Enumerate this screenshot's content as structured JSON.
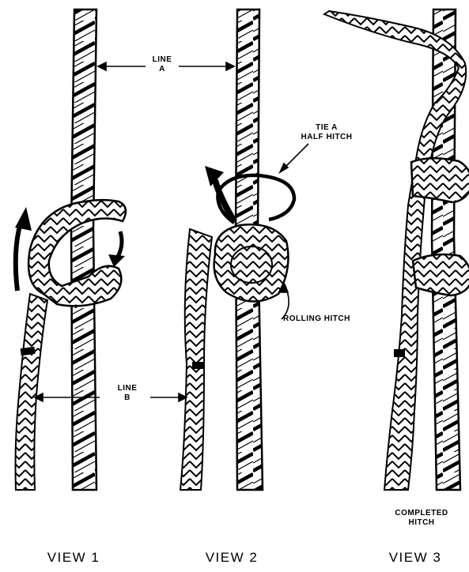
{
  "labels": {
    "line_a_1": "LINE",
    "line_a_2": "A",
    "tie_1": "TIE A",
    "tie_2": "HALF HITCH",
    "rolling": "ROLLING HITCH",
    "line_b_1": "LINE",
    "line_b_2": "B",
    "completed_1": "COMPLETED",
    "completed_2": "HITCH"
  },
  "views": [
    "VIEW 1",
    "VIEW 2",
    "VIEW 3"
  ]
}
